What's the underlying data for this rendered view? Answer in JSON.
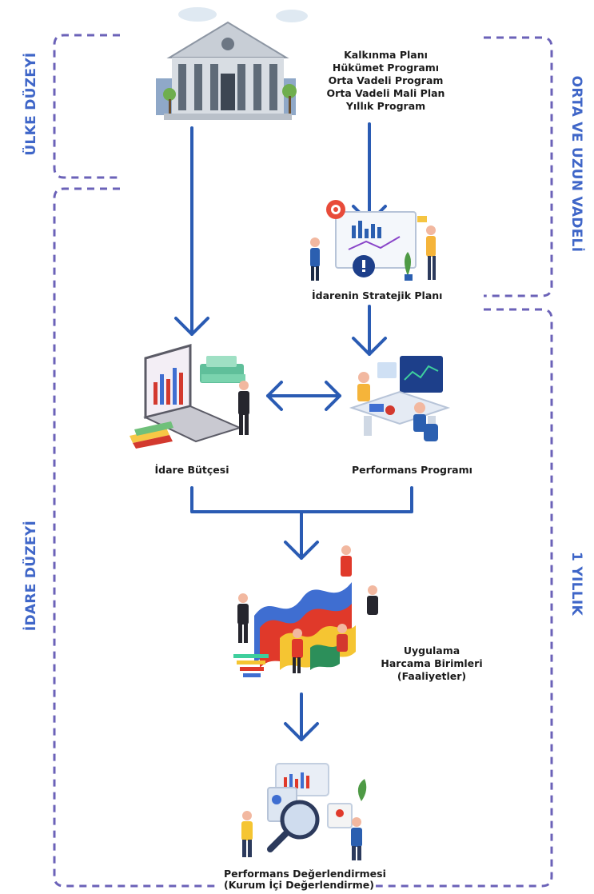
{
  "labels": {
    "country_level": "ÜLKE DÜZEYİ",
    "institution_level": "İDARE DÜZEYİ",
    "medium_long_term": "ORTA VE UZUN VADELİ",
    "one_year": "1 YILLIK"
  },
  "national_documents": [
    "Kalkınma Planı",
    "Hükümet Programı",
    "Orta Vadeli Program",
    "Orta Vadeli Mali Plan",
    "Yıllık Program"
  ],
  "nodes": {
    "strategic_plan": "İdarenin Stratejik Planı",
    "budget": "İdare Bütçesi",
    "performance_program": "Performans Programı",
    "implementation": [
      "Uygulama",
      "Harcama Birimleri",
      "(Faaliyetler)"
    ],
    "evaluation": [
      "Performans Değerlendirmesi",
      "(Kurum İçi Değerlendirme)"
    ]
  },
  "colors": {
    "arrow": "#2a5bb3",
    "dash": "#6b62b8",
    "label": "#3f66c8"
  },
  "icons": [
    "government-building-icon",
    "strategy-board-icon",
    "laptop-budget-icon",
    "performance-meeting-icon",
    "implementation-chart-icon",
    "evaluation-magnifier-icon"
  ]
}
